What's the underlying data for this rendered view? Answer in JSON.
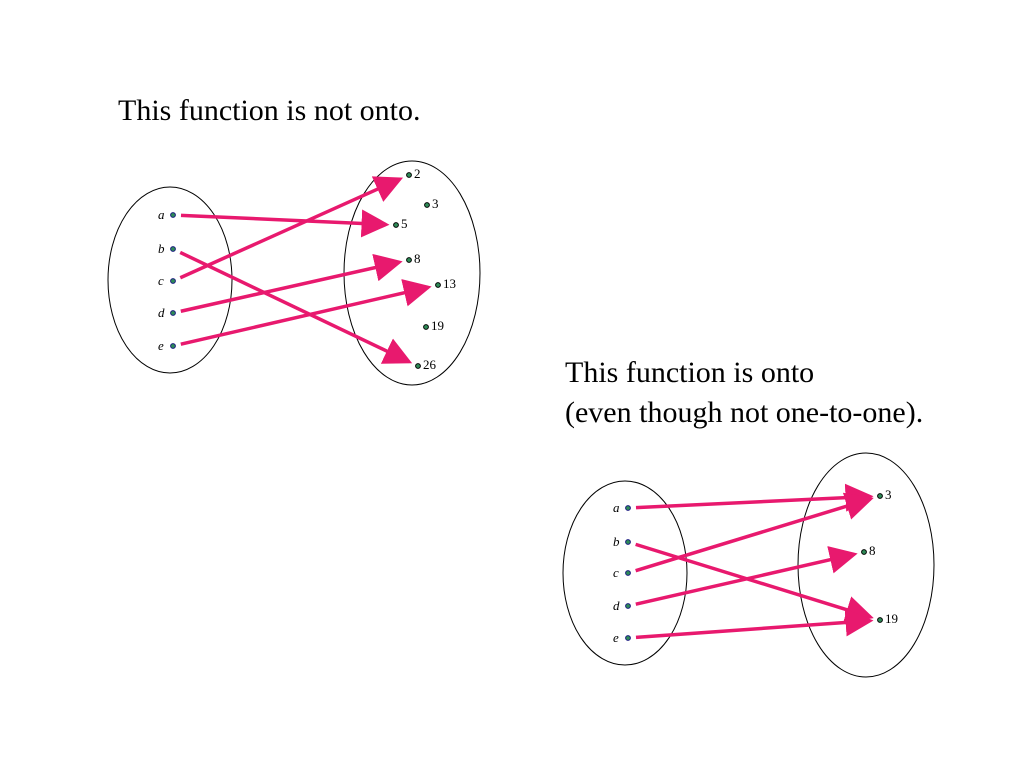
{
  "colors": {
    "arrow": "#e8196e",
    "dot": "#1a1a80",
    "dot_fill": "#2e8b57",
    "outline": "#000000"
  },
  "diagrams": [
    {
      "title_lines": [
        "This function is not onto."
      ],
      "domain": [
        "a",
        "b",
        "c",
        "d",
        "e"
      ],
      "codomain": [
        "2",
        "3",
        "5",
        "8",
        "13",
        "19",
        "26"
      ],
      "mapping": [
        {
          "from": "a",
          "to": "5"
        },
        {
          "from": "b",
          "to": "26"
        },
        {
          "from": "c",
          "to": "2"
        },
        {
          "from": "d",
          "to": "8"
        },
        {
          "from": "e",
          "to": "13"
        }
      ]
    },
    {
      "title_lines": [
        "This function is onto",
        "(even though not one-to-one)."
      ],
      "domain": [
        "a",
        "b",
        "c",
        "d",
        "e"
      ],
      "codomain": [
        "3",
        "8",
        "19"
      ],
      "mapping": [
        {
          "from": "a",
          "to": "3"
        },
        {
          "from": "b",
          "to": "19"
        },
        {
          "from": "c",
          "to": "3"
        },
        {
          "from": "d",
          "to": "8"
        },
        {
          "from": "e",
          "to": "19"
        }
      ]
    }
  ]
}
